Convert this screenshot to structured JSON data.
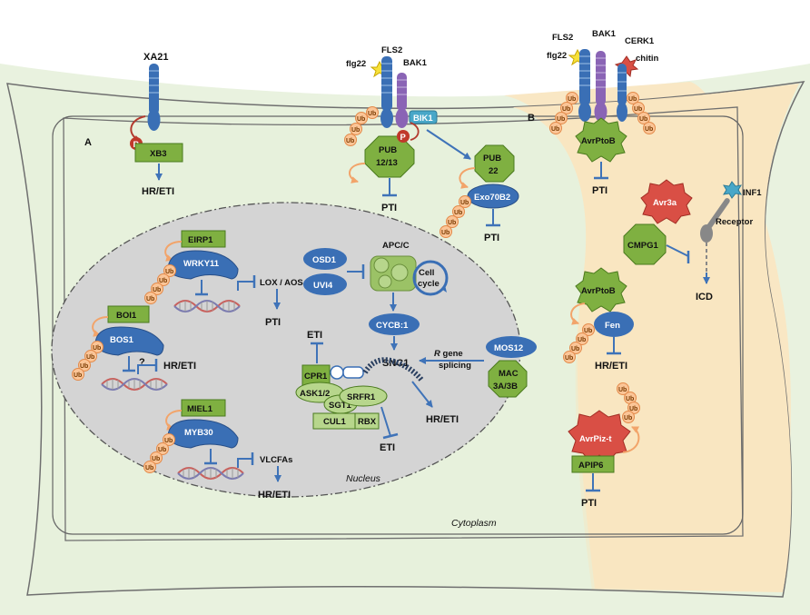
{
  "panels": {
    "a": "A",
    "b": "B"
  },
  "compartments": {
    "nucleus": "Nucleus",
    "cytoplasm": "Cytoplasm"
  },
  "receptors": {
    "xa21": "XA21",
    "fls2": "FLS2",
    "bak1": "BAK1",
    "cerk1": "CERK1",
    "flg22": "flg22",
    "chitin": "chitin",
    "bik1": "BIK1",
    "inf1": "INF1",
    "receptor": "Receptor"
  },
  "proteins": {
    "xb3": "XB3",
    "pub1213_a": "PUB",
    "pub1213_b": "12/13",
    "pub22_a": "PUB",
    "pub22_b": "22",
    "exo70b2": "Exo70B2",
    "eirp1": "EIRP1",
    "wrky11": "WRKY11",
    "boi1": "BOI1",
    "bos1": "BOS1",
    "miel1": "MIEL1",
    "myb30": "MYB30",
    "osd1": "OSD1",
    "uvi4": "UVI4",
    "apcc": "APC/C",
    "cell_cycle_a": "Cell",
    "cell_cycle_b": "cycle",
    "cycb1": "CYCB:1",
    "mos12": "MOS12",
    "mac_a": "MAC",
    "mac_b": "3A/3B",
    "snc1": "SNC1",
    "cpr1": "CPR1",
    "ask12": "ASK1/2",
    "sgt1": "SGT1",
    "srfr1": "SRFR1",
    "cul1": "CUL1",
    "rbx": "RBX",
    "avrptob": "AvrPtoB",
    "avr3a": "Avr3a",
    "cmpg1": "CMPG1",
    "fen": "Fen",
    "avrpizt": "AvrPiz-t",
    "apip6": "APIP6"
  },
  "outcomes": {
    "hr_eti": "HR/ETI",
    "pti": "PTI",
    "eti": "ETI",
    "icd": "ICD",
    "lox_aos": "LOX / AOS",
    "vlcfas": "VLCFAs",
    "question": "?",
    "p": "P",
    "ub": "Ub"
  },
  "annotations": {
    "r_gene_r": "R",
    "r_gene_rest": " gene",
    "splicing": "splicing"
  },
  "colors": {
    "cell_green": "#e3efd6",
    "cell_outline": "#6f6f6f",
    "panel_b": "#f9e7c4",
    "nucleus": "#d4d4d4",
    "receptor_blue": "#3a6fb5",
    "protein_green": "#7fb041",
    "effector_red": "#d94f45",
    "ub_orange": "#f6b47d",
    "arrow_blue": "#3f73b8"
  }
}
